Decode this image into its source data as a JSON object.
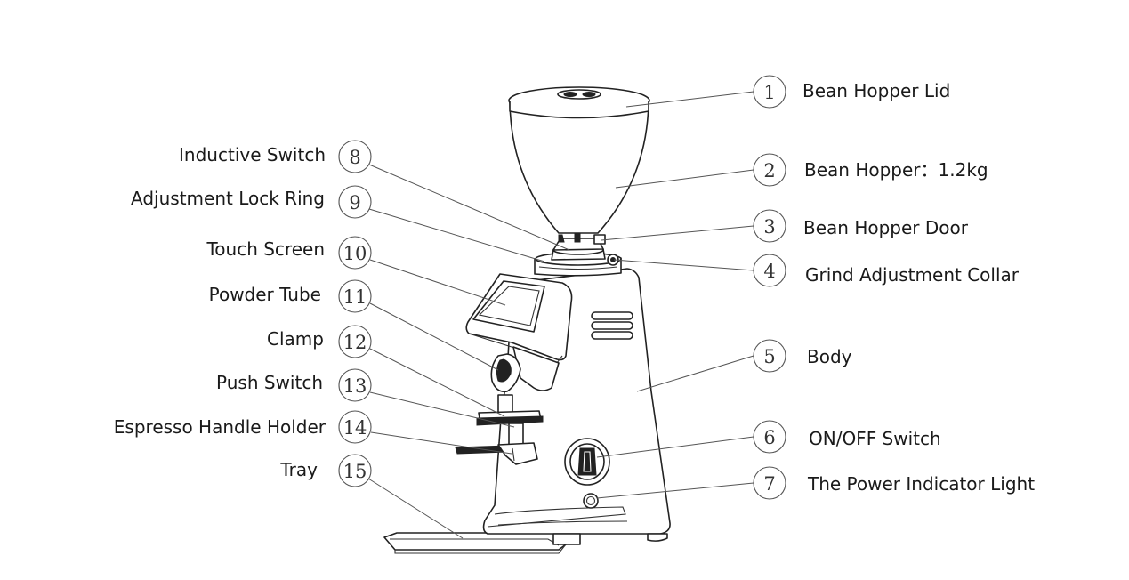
{
  "parts": [
    {
      "num": "1",
      "label": "Bean Hopper Lid"
    },
    {
      "num": "2",
      "label": "Bean Hopper：1.2kg"
    },
    {
      "num": "3",
      "label": "Bean Hopper Door"
    },
    {
      "num": "4",
      "label": "Grind Adjustment Collar"
    },
    {
      "num": "5",
      "label": "Body"
    },
    {
      "num": "6",
      "label": "ON/OFF Switch"
    },
    {
      "num": "7",
      "label": "The Power Indicator Light"
    },
    {
      "num": "8",
      "label": "Inductive Switch"
    },
    {
      "num": "9",
      "label": "Adjustment Lock Ring"
    },
    {
      "num": "10",
      "label": "Touch Screen"
    },
    {
      "num": "11",
      "label": "Powder Tube"
    },
    {
      "num": "12",
      "label": "Clamp"
    },
    {
      "num": "13",
      "label": "Push Switch"
    },
    {
      "num": "14",
      "label": "Espresso Handle Holder"
    },
    {
      "num": "15",
      "label": "Tray"
    }
  ]
}
